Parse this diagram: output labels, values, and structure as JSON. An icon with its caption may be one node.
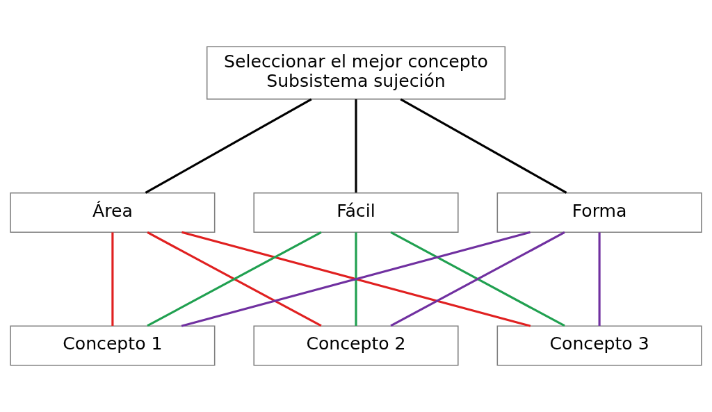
{
  "diagram": {
    "nodes": [
      {
        "text": [
          "Seleccionar el mejor concepto",
          "Subsistema sujeción"
        ]
      },
      {
        "text": [
          "Área"
        ]
      },
      {
        "text": [
          "Fácil"
        ]
      },
      {
        "text": [
          "Forma"
        ]
      },
      {
        "text": [
          "Concepto 1"
        ]
      },
      {
        "text": [
          "Concepto 2"
        ]
      },
      {
        "text": [
          "Concepto 3"
        ]
      }
    ],
    "edges": [
      {
        "from": 0,
        "to": 1,
        "arrow": "none"
      },
      {
        "from": 0,
        "to": 2,
        "arrow": "none"
      },
      {
        "from": 0,
        "to": 3,
        "arrow": "none"
      },
      {
        "from": 1,
        "to": 4,
        "arrow": "none",
        "color": "#e02020"
      },
      {
        "from": 1,
        "to": 5,
        "arrow": "none",
        "color": "#e02020"
      },
      {
        "from": 1,
        "to": 6,
        "arrow": "none",
        "color": "#e02020"
      },
      {
        "from": 2,
        "to": 4,
        "arrow": "none",
        "color": "#20a050"
      },
      {
        "from": 2,
        "to": 5,
        "arrow": "none",
        "color": "#20a050"
      },
      {
        "from": 2,
        "to": 6,
        "arrow": "none",
        "color": "#20a050"
      },
      {
        "from": 3,
        "to": 4,
        "arrow": "none",
        "color": "#7030a0"
      },
      {
        "from": 3,
        "to": 5,
        "arrow": "none",
        "color": "#7030a0"
      },
      {
        "from": 3,
        "to": 6,
        "arrow": "none",
        "color": "#7030a0"
      }
    ]
  }
}
